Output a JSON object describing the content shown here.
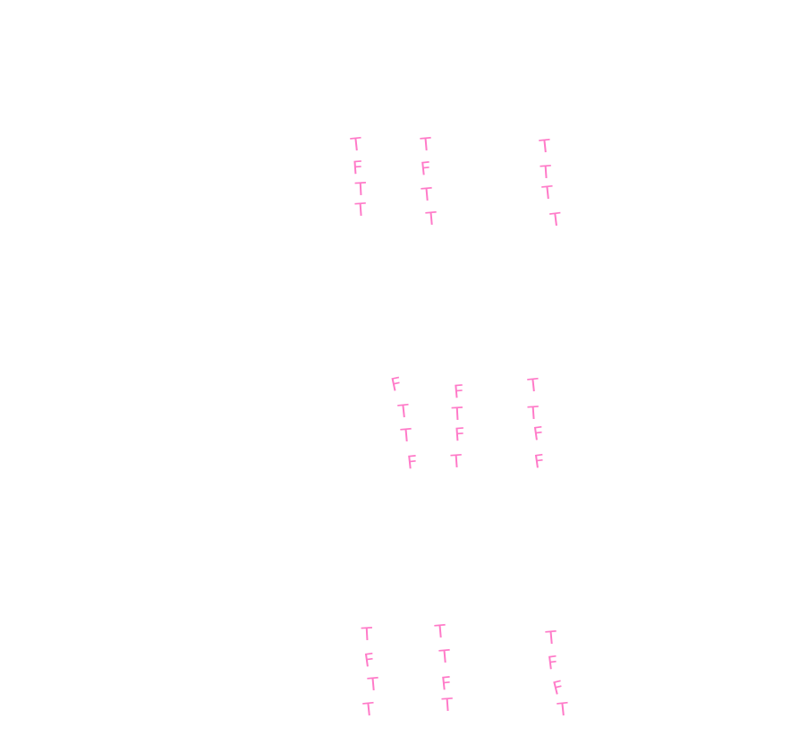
{
  "ink_color": "#ff7ac8",
  "groups": [
    {
      "columns": [
        [
          "T",
          "F",
          "T",
          "T"
        ],
        [
          "T",
          "F",
          "T",
          "T"
        ],
        [
          "T",
          "T",
          "T",
          "T"
        ]
      ]
    },
    {
      "columns": [
        [
          "F",
          "T",
          "T",
          "F"
        ],
        [
          "F",
          "T",
          "F",
          "T"
        ],
        [
          "T",
          "T",
          "F",
          "F"
        ]
      ]
    },
    {
      "columns": [
        [
          "T",
          "F",
          "T",
          "T"
        ],
        [
          "T",
          "T",
          "F",
          "T"
        ],
        [
          "T",
          "F",
          "F",
          "T"
        ]
      ]
    }
  ]
}
